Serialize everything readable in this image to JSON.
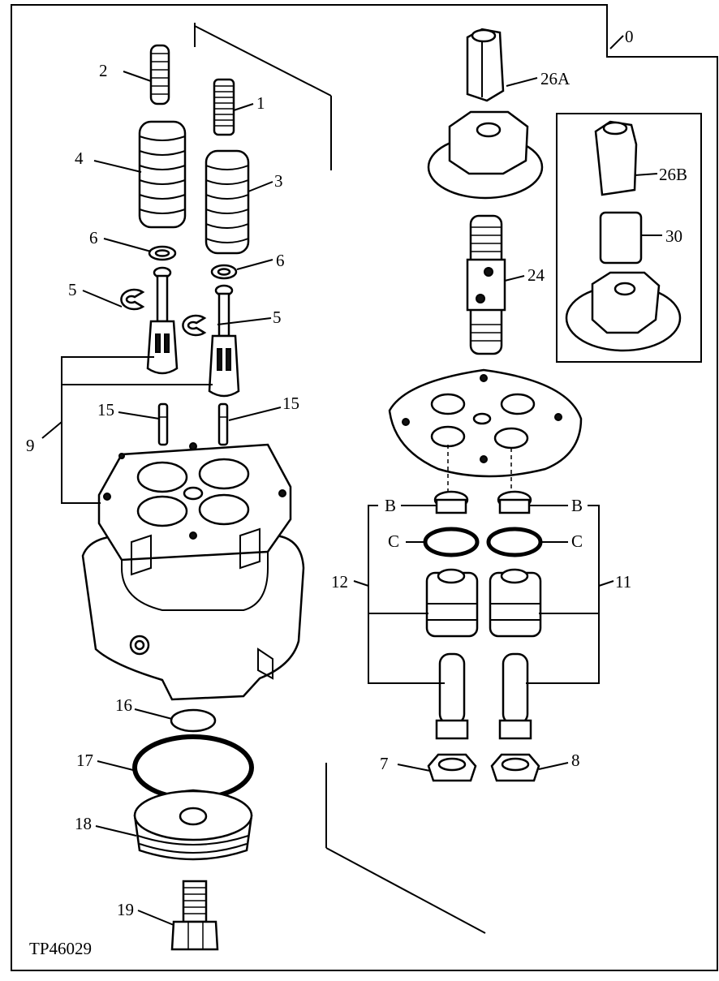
{
  "figure_id": "TP46029",
  "corner_label": "0",
  "callouts": {
    "c1": "1",
    "c2": "2",
    "c3": "3",
    "c4": "4",
    "c5a": "5",
    "c5b": "5",
    "c6a": "6",
    "c6b": "6",
    "c7": "7",
    "c8": "8",
    "c9": "9",
    "c11": "11",
    "c12": "12",
    "c15a": "15",
    "c15b": "15",
    "c16": "16",
    "c17": "17",
    "c18": "18",
    "c19": "19",
    "c24": "24",
    "c26a": "26A",
    "c26b": "26B",
    "c30": "30",
    "cBl": "B",
    "cBr": "B",
    "cCl": "C",
    "cCr": "C"
  }
}
